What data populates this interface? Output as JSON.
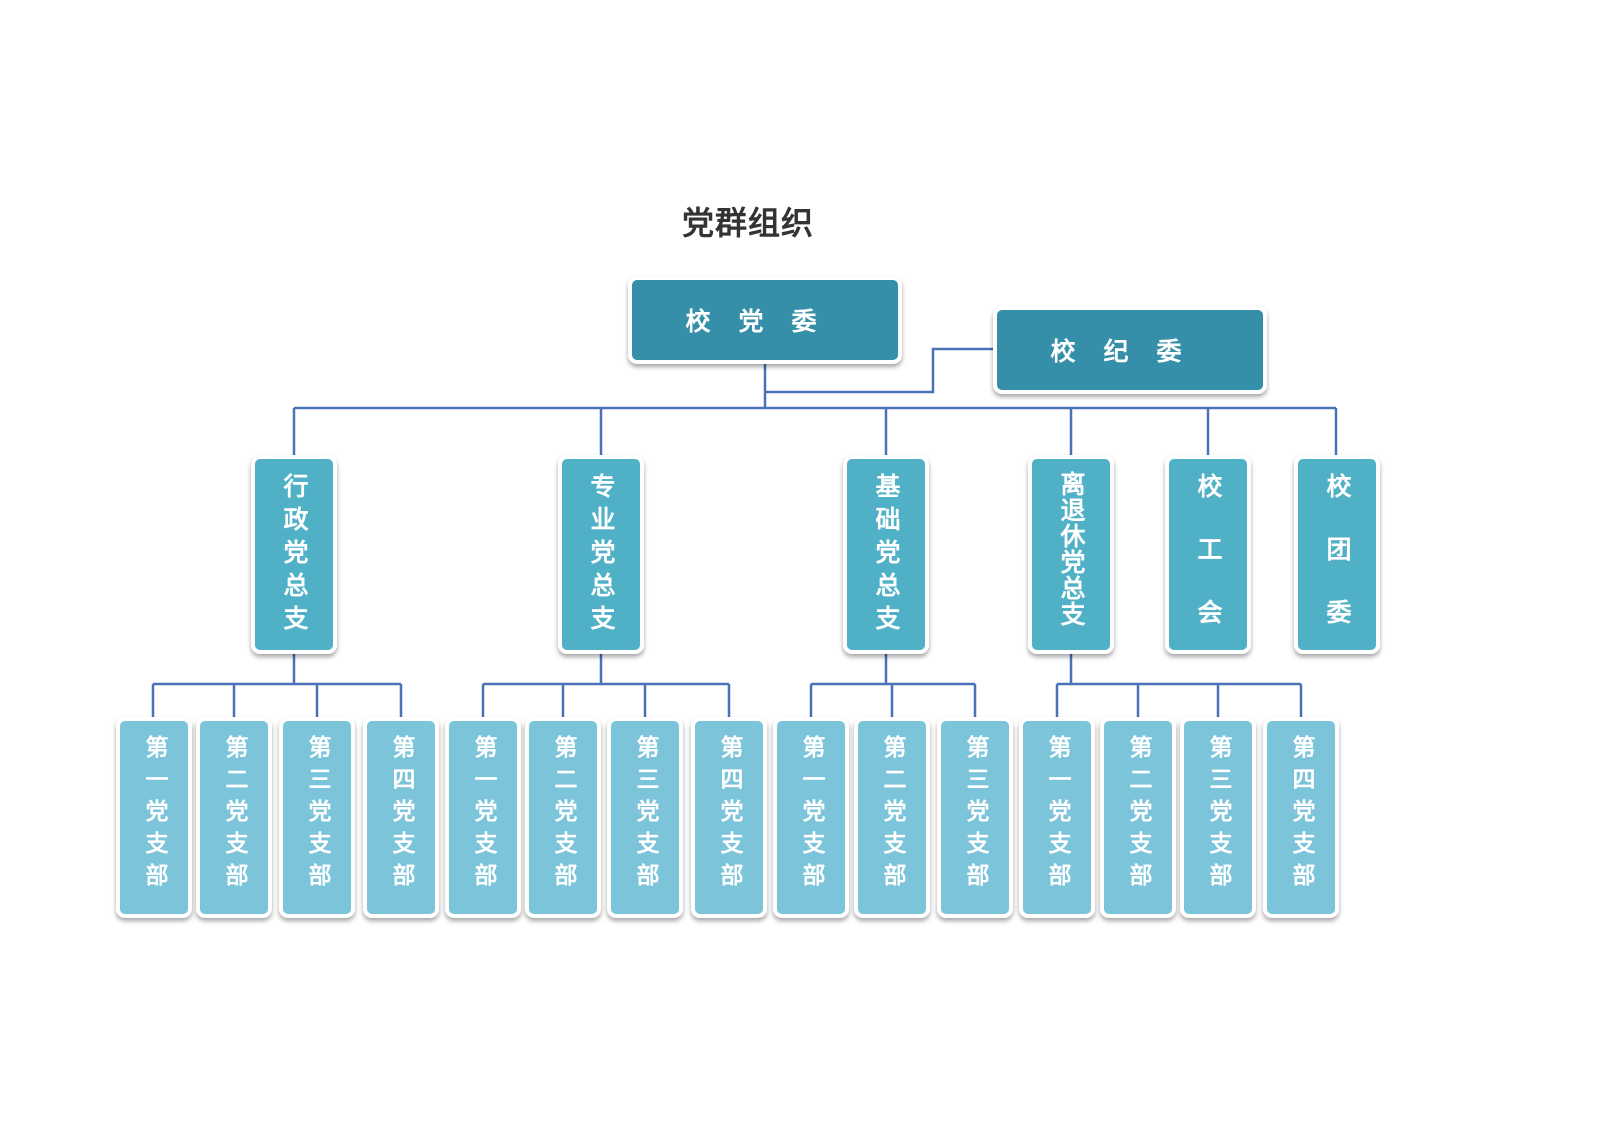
{
  "title": "党群组织",
  "colors": {
    "top": "#368fa9",
    "mid": "#4fb0c6",
    "low": "#7cc4da",
    "line": "#4a72b8"
  },
  "top": {
    "party_committee": "校党委",
    "discipline_committee": "校纪委"
  },
  "branches": [
    {
      "label": "行政党总支",
      "children": [
        "第一党支部",
        "第二党支部",
        "第三党支部",
        "第四党支部"
      ]
    },
    {
      "label": "专业党总支",
      "children": [
        "第一党支部",
        "第二党支部",
        "第三党支部",
        "第四党支部"
      ]
    },
    {
      "label": "基础党总支",
      "children": [
        "第一党支部",
        "第二党支部",
        "第三党支部"
      ]
    },
    {
      "label": "离退休党总支",
      "children": [
        "第一党支部",
        "第二党支部",
        "第三党支部",
        "第四党支部"
      ]
    },
    {
      "label": "校工会",
      "children": []
    },
    {
      "label": "校团委",
      "children": []
    }
  ]
}
